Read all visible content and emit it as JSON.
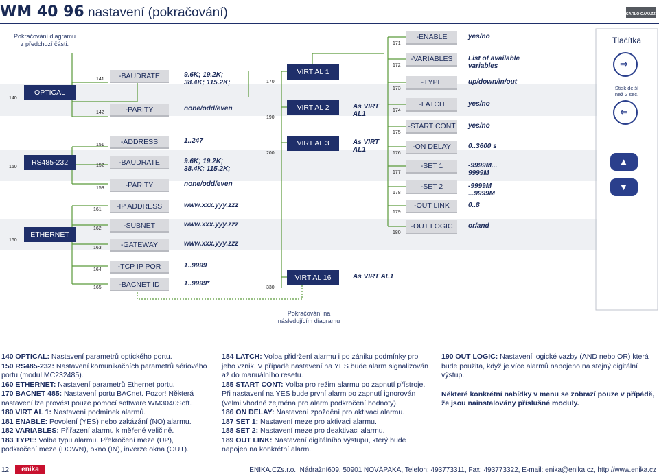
{
  "header": {
    "title_bold": "WM 40 96",
    "title_rest": " nastavení (pokračování)",
    "brand": "CARLO GAVAZZI"
  },
  "continuation": {
    "from_prev": "Pokračování diagramu\nz předchozí části.",
    "to_next": "Pokračování na\nnásledujícím diagramu"
  },
  "buttons_panel": {
    "title": "Tlačítka",
    "hold_note": "Stisk delší\nnež 2 sec."
  },
  "groups": [
    {
      "id": "140",
      "label": "OPTICAL"
    },
    {
      "id": "150",
      "label": "RS485-232"
    },
    {
      "id": "160",
      "label": "ETHERNET"
    }
  ],
  "params_left": [
    {
      "id": "141",
      "label": "-BAUDRATE",
      "value": "9.6K; 19.2K;\n38.4K; 115.2K;"
    },
    {
      "id": "142",
      "label": "-PARITY",
      "value": "none/odd/even"
    },
    {
      "id": "151",
      "label": "-ADDRESS",
      "value": "1..247"
    },
    {
      "id": "152",
      "label": "-BAUDRATE",
      "value": "9.6K; 19.2K;\n38.4K; 115.2K;"
    },
    {
      "id": "153",
      "label": "-PARITY",
      "value": "none/odd/even"
    },
    {
      "id": "161",
      "label": "-IP ADDRESS",
      "value": "www.xxx.yyy.zzz"
    },
    {
      "id": "162",
      "label": "-SUBNET",
      "value": "www.xxx.yyy.zzz"
    },
    {
      "id": "163",
      "label": "-GATEWAY",
      "value": "www.xxx.yyy.zzz"
    },
    {
      "id": "164",
      "label": "-TCP IP POR",
      "value": "1..9999"
    },
    {
      "id": "165",
      "label": "-BACNET ID",
      "value": "1..9999*"
    }
  ],
  "virt": [
    {
      "id": "170",
      "label": "VIRT AL 1",
      "value": ""
    },
    {
      "id": "190",
      "label": "VIRT AL 2",
      "value": "As VIRT\nAL1"
    },
    {
      "id": "200",
      "label": "VIRT AL 3",
      "value": "As VIRT\nAL1"
    },
    {
      "id": "330",
      "label": "VIRT AL 16",
      "value": "As VIRT AL1"
    }
  ],
  "params_right": [
    {
      "id": "171",
      "label": "-ENABLE",
      "value": "yes/no"
    },
    {
      "id": "172",
      "label": "-VARIABLES",
      "value": "List of available\nvariables"
    },
    {
      "id": "173",
      "label": "-TYPE",
      "value": "up/down/in/out"
    },
    {
      "id": "174",
      "label": "-LATCH",
      "value": "yes/no"
    },
    {
      "id": "175",
      "label": "-START CONT",
      "value": "yes/no"
    },
    {
      "id": "176",
      "label": "-ON DELAY",
      "value": "0..3600 s"
    },
    {
      "id": "177",
      "label": "-SET 1",
      "value": "-9999M...\n9999M"
    },
    {
      "id": "178",
      "label": "-SET 2",
      "value": "-9999M\n...9999M"
    },
    {
      "id": "179",
      "label": "-OUT LINK",
      "value": "0..8"
    },
    {
      "id": "180",
      "label": "-OUT LOGIC",
      "value": "or/and"
    }
  ],
  "notes": {
    "col1": [
      {
        "b": "140 OPTICAL:",
        "t": " Nastavení parametrů optického portu."
      },
      {
        "b": "150 RS485-232:",
        "t": " Nastavení komunikačních parametrů sériového portu (modul MC232485)."
      },
      {
        "b": "160 ETHERNET:",
        "t": " Nastavení parametrů Ethernet portu."
      },
      {
        "b": "170 BACNET 485:",
        "t": " Nastavení portu BACnet. Pozor! Některá nastavení lze provést pouze pomocí software WM3040Soft."
      },
      {
        "b": "180 VIRT AL 1:",
        "t": " Nastavení podmínek alarmů."
      },
      {
        "b": "181 ENABLE:",
        "t": " Povolení (YES) nebo zakázání (NO) alarmu."
      },
      {
        "b": "182 VARIABLES:",
        "t": " Přiřazení alarmu k měřené veličině."
      },
      {
        "b": "183 TYPE:",
        "t": " Volba typu alarmu. Překročení meze (UP), podkročení meze (DOWN), okno (IN), inverze okna (OUT)."
      }
    ],
    "col2": [
      {
        "b": "184 LATCH:",
        "t": " Volba přidržení alarmu i po zániku podmínky pro jeho vznik. V případě nastavení na YES bude alarm signalizován až do manuálního resetu."
      },
      {
        "b": "185 START CONT:",
        "t": " Volba pro režim alarmu po zapnutí přístroje. Při nastavení na YES bude první alarm po zapnutí ignorován (velmi vhodné zejména pro alarm podkročení hodnoty)."
      },
      {
        "b": "186 ON DELAY:",
        "t": " Nastavení zpoždění pro aktivaci alarmu."
      },
      {
        "b": "187 SET 1:",
        "t": " Nastavení meze pro aktivaci alarmu."
      },
      {
        "b": "188 SET 2:",
        "t": " Nastavení meze pro deaktivaci alarmu."
      },
      {
        "b": "189 OUT LINK:",
        "t": " Nastavení digitálního výstupu, který bude napojen na konkrétní alarm."
      }
    ],
    "col3_first": {
      "b": "190 OUT LOGIC:",
      "t": " Nastavení logické vazby (AND nebo OR) která bude použita, když je více alarmů napojeno na stejný digitální výstup."
    },
    "col3_bold": "Některé konkrétní nabídky v menu se zobrazí pouze v přípádě, že jsou nainstalovány příslušné moduly."
  },
  "footer": {
    "page": "12",
    "logo": "enika",
    "contact": "ENIKA.CZs.r.o., Nádražní609, 50901 NOVÁPAKA, Telefon: 493773311, Fax: 493773322, E-mail: enika@enika.cz, http://www.enika.cz"
  },
  "colors": {
    "navy": "#1f2f6a",
    "grey_box": "#d9dade",
    "green_line": "#5a9a3a",
    "button_blue": "#2a3f8c",
    "logo_red": "#c8102e"
  }
}
